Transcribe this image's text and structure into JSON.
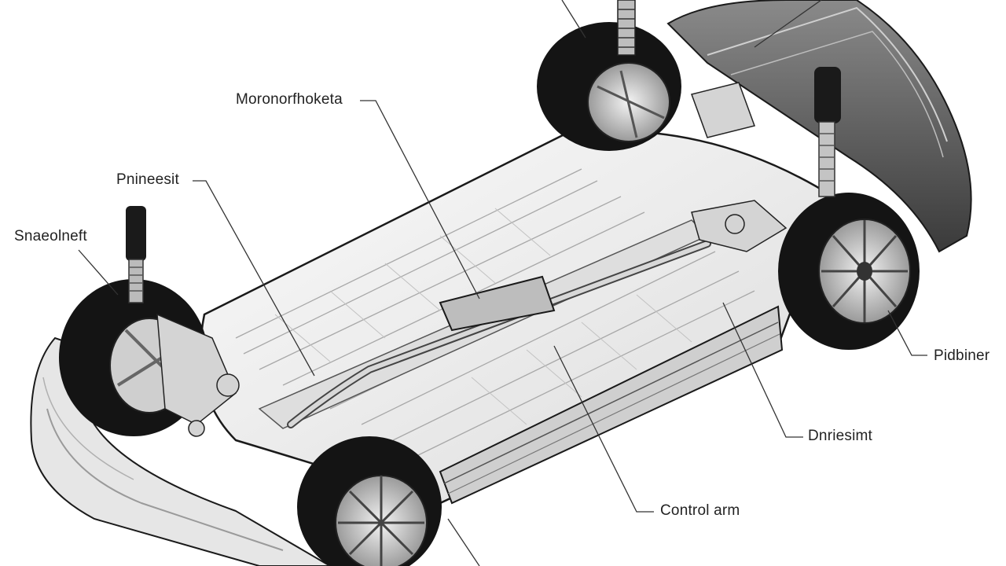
{
  "diagram": {
    "labels": {
      "monoshock": "Moronorfhoketa",
      "prineesit": "Pnineesit",
      "shockshaft": "Snaeolneft",
      "pidbiner": "Pidbiner",
      "driveshaft": "Dnriesimt",
      "control_arm": "Control arm"
    },
    "colors": {
      "ink": "#1a1a1a",
      "tire": "#141414",
      "panel": "#efefef",
      "leader": "#333333"
    }
  }
}
